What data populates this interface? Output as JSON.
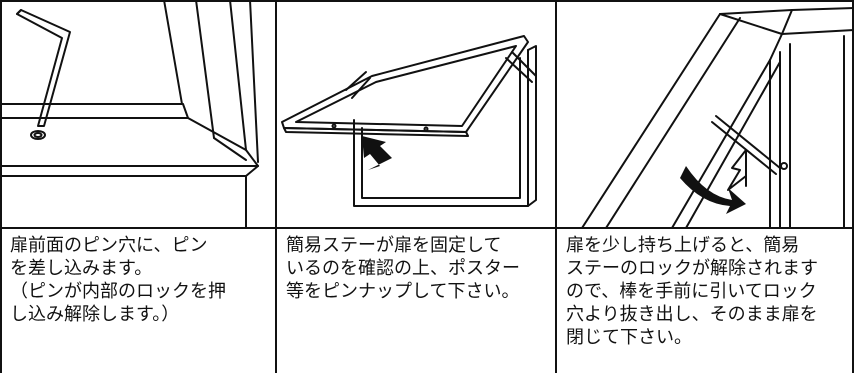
{
  "steps": [
    {
      "text": "扉前面のピン穴に、ピン\nを差し込みます。\n（ピンが内部のロックを押\nし込み解除します。）"
    },
    {
      "text": "簡易ステーが扉を固定して\nいるのを確認の上、ポスター\n等をピンナップして下さい。"
    },
    {
      "text": "扉を少し持ち上げると、簡易\nステーのロックが解除されます\nので、棒を手前に引いてロック\n穴より抜き出し、そのまま扉を\n閉じて下さい。"
    }
  ],
  "colors": {
    "line": "#111111",
    "background": "#ffffff"
  }
}
